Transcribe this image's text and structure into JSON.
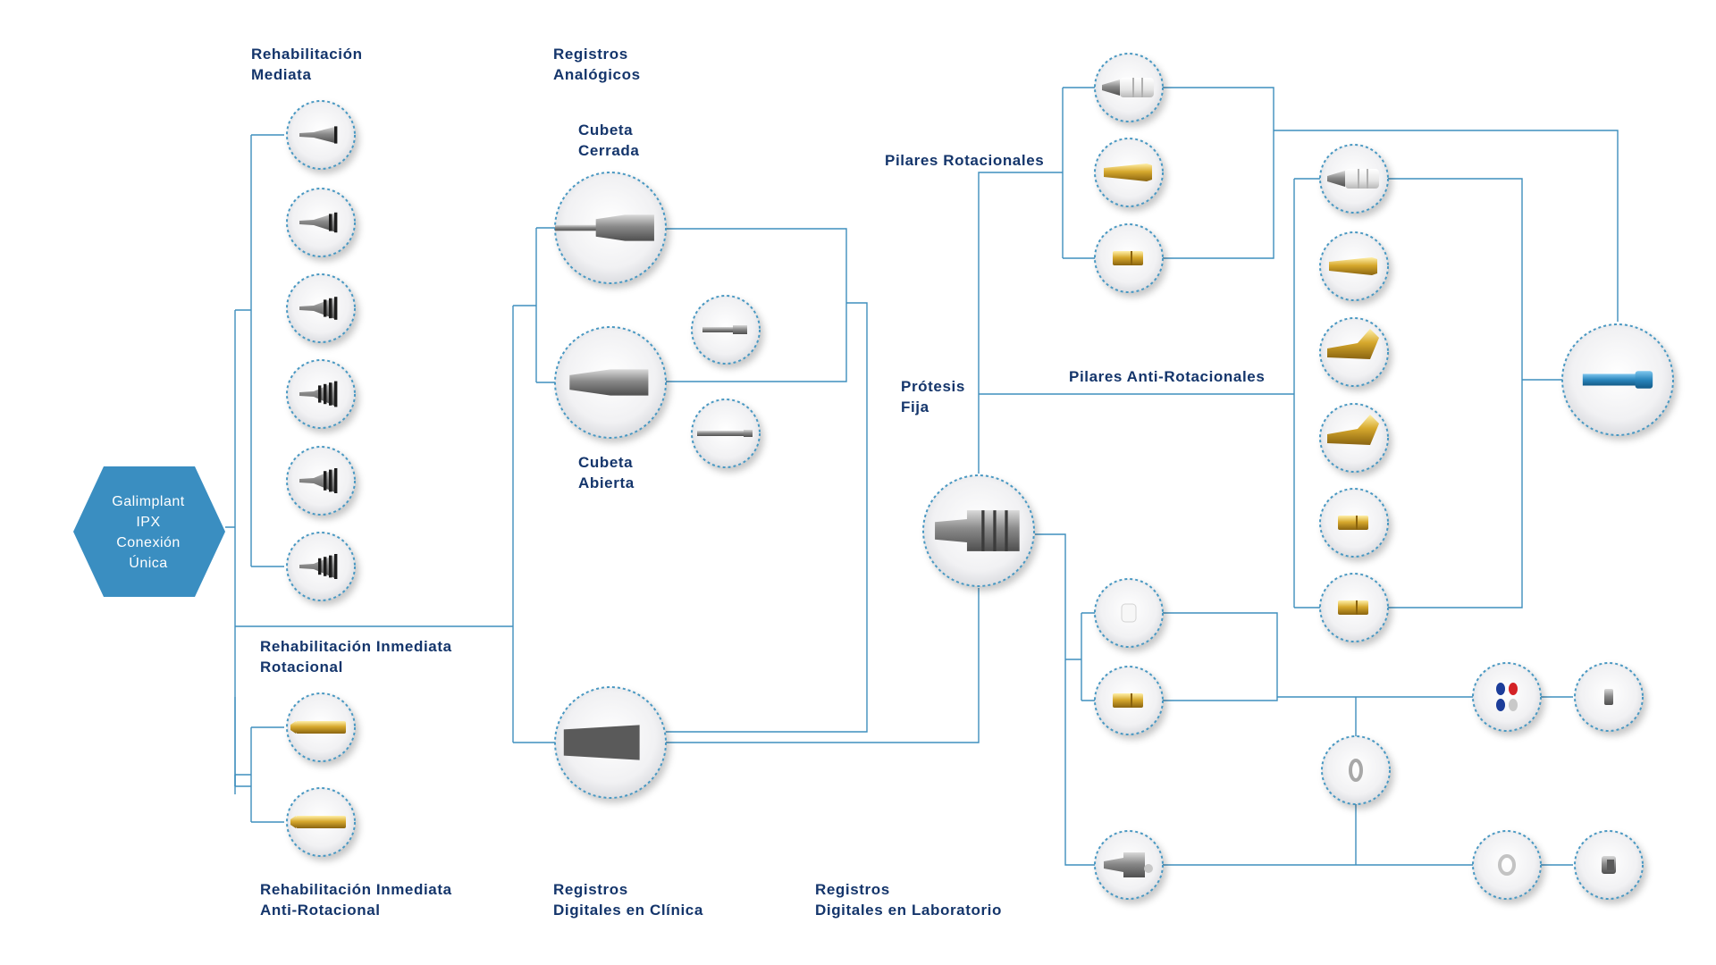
{
  "colors": {
    "connector": "#3f8fbd",
    "label": "#14356b",
    "hexagon": "#3a8ec1",
    "node_border": "#4a98c2",
    "node_fill": "#f2f2f4"
  },
  "root": {
    "lines": [
      "Galimplant",
      "IPX",
      "Conexión",
      "Única"
    ]
  },
  "labels": {
    "rehab_mediata": [
      "Rehabilitación",
      "Mediata"
    ],
    "rehab_inmediata_rot": [
      "Rehabilitación Inmediata",
      "Rotacional"
    ],
    "rehab_inmediata_anti": [
      "Rehabilitación Inmediata",
      "Anti-Rotacional"
    ],
    "registros_analogicos": [
      "Registros",
      "Analógicos"
    ],
    "cubeta_cerrada": [
      "Cubeta",
      "Cerrada"
    ],
    "cubeta_abierta": [
      "Cubeta",
      "Abierta"
    ],
    "registros_clinica": [
      "Registros",
      "Digitales en Clínica"
    ],
    "registros_laboratorio": [
      "Registros",
      "Digitales en Laboratorio"
    ],
    "protesis_fija": [
      "Prótesis",
      "Fija"
    ],
    "pilares_rotacionales": [
      "Pilares Rotacionales"
    ],
    "pilares_anti_rotacionales": [
      "Pilares Anti-Rotacionales"
    ]
  },
  "nodes": [
    {
      "name": "healing-abutment-1",
      "icon": "cone-1-ring"
    },
    {
      "name": "healing-abutment-2",
      "icon": "cone-2-ring"
    },
    {
      "name": "healing-abutment-3",
      "icon": "cone-3-ring"
    },
    {
      "name": "healing-abutment-4",
      "icon": "cone-4-ring"
    },
    {
      "name": "healing-abutment-5",
      "icon": "cone-3-ring-wide"
    },
    {
      "name": "healing-abutment-6",
      "icon": "cone-4-ring-wide"
    },
    {
      "name": "temporary-abutment-gold-1",
      "icon": "gold-cylinder"
    },
    {
      "name": "temporary-abutment-gold-2",
      "icon": "gold-cylinder"
    },
    {
      "name": "impression-coping-closed",
      "icon": "impression-coping"
    },
    {
      "name": "impression-coping-open",
      "icon": "impression-coping-short"
    },
    {
      "name": "coping-screw-short",
      "icon": "screw"
    },
    {
      "name": "coping-screw-long",
      "icon": "long-screw"
    },
    {
      "name": "scan-body",
      "icon": "scan-body"
    },
    {
      "name": "implant-analog",
      "icon": "analog"
    },
    {
      "name": "rotational-abutment-white",
      "icon": "white-abutment"
    },
    {
      "name": "rotational-abutment-gold",
      "icon": "gold-abutment"
    },
    {
      "name": "rotational-abutment-gold-short",
      "icon": "gold-short"
    },
    {
      "name": "anti-rotational-white",
      "icon": "white-abutment"
    },
    {
      "name": "anti-rotational-gold",
      "icon": "gold-abutment"
    },
    {
      "name": "anti-rotational-angled-1",
      "icon": "gold-angled"
    },
    {
      "name": "anti-rotational-angled-2",
      "icon": "gold-angled"
    },
    {
      "name": "anti-rotational-gold-short-1",
      "icon": "gold-short"
    },
    {
      "name": "anti-rotational-gold-short-2",
      "icon": "gold-short"
    },
    {
      "name": "prosthetic-screw",
      "icon": "blue-screw"
    },
    {
      "name": "ti-base-white",
      "icon": "white-cap"
    },
    {
      "name": "ti-base-gold",
      "icon": "gold-short"
    },
    {
      "name": "ti-base-silver",
      "icon": "silver-base"
    },
    {
      "name": "color-coded-caps",
      "icon": "color-dots"
    },
    {
      "name": "titanium-ring",
      "icon": "ring"
    },
    {
      "name": "small-cap-1",
      "icon": "small-cap"
    },
    {
      "name": "small-ring",
      "icon": "small-ring"
    },
    {
      "name": "small-cap-2",
      "icon": "small-cap-2"
    }
  ]
}
